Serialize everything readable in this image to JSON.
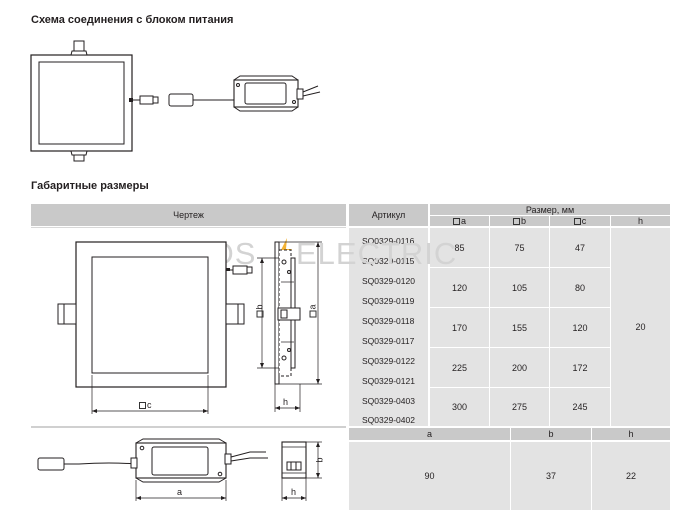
{
  "section1": {
    "title": "Схема соединения с блоком питания"
  },
  "section2": {
    "title": "Габаритные размеры"
  },
  "table": {
    "header_drawing": "Чертеж",
    "header_article": "Артикул",
    "header_size": "Размер, мм",
    "col_a": "a",
    "col_b": "b",
    "col_c": "c",
    "col_h": "h",
    "h_value": "20",
    "rows": [
      {
        "art1": "SQ0329-0116",
        "art2": "SQ0329-0115",
        "a": "85",
        "b": "75",
        "c": "47"
      },
      {
        "art1": "SQ0329-0120",
        "art2": "SQ0329-0119",
        "a": "120",
        "b": "105",
        "c": "80"
      },
      {
        "art1": "SQ0329-0118",
        "art2": "SQ0329-0117",
        "a": "170",
        "b": "155",
        "c": "120"
      },
      {
        "art1": "SQ0329-0122",
        "art2": "SQ0329-0121",
        "a": "225",
        "b": "200",
        "c": "172"
      },
      {
        "art1": "SQ0329-0403",
        "art2": "SQ0329-0402",
        "a": "300",
        "b": "275",
        "c": "245"
      }
    ]
  },
  "driver_table": {
    "col_a": "a",
    "col_b": "b",
    "col_h": "h",
    "a": "90",
    "b": "37",
    "h": "22"
  },
  "drawing_labels": {
    "c": "c",
    "b": "b",
    "a": "a",
    "h": "h",
    "driver_a": "a",
    "driver_b": "b",
    "driver_h": "h"
  },
  "watermark": {
    "left": "POS",
    "right": "ELECTRIC"
  },
  "icons": {
    "square_symbol": "square-outline-icon"
  }
}
